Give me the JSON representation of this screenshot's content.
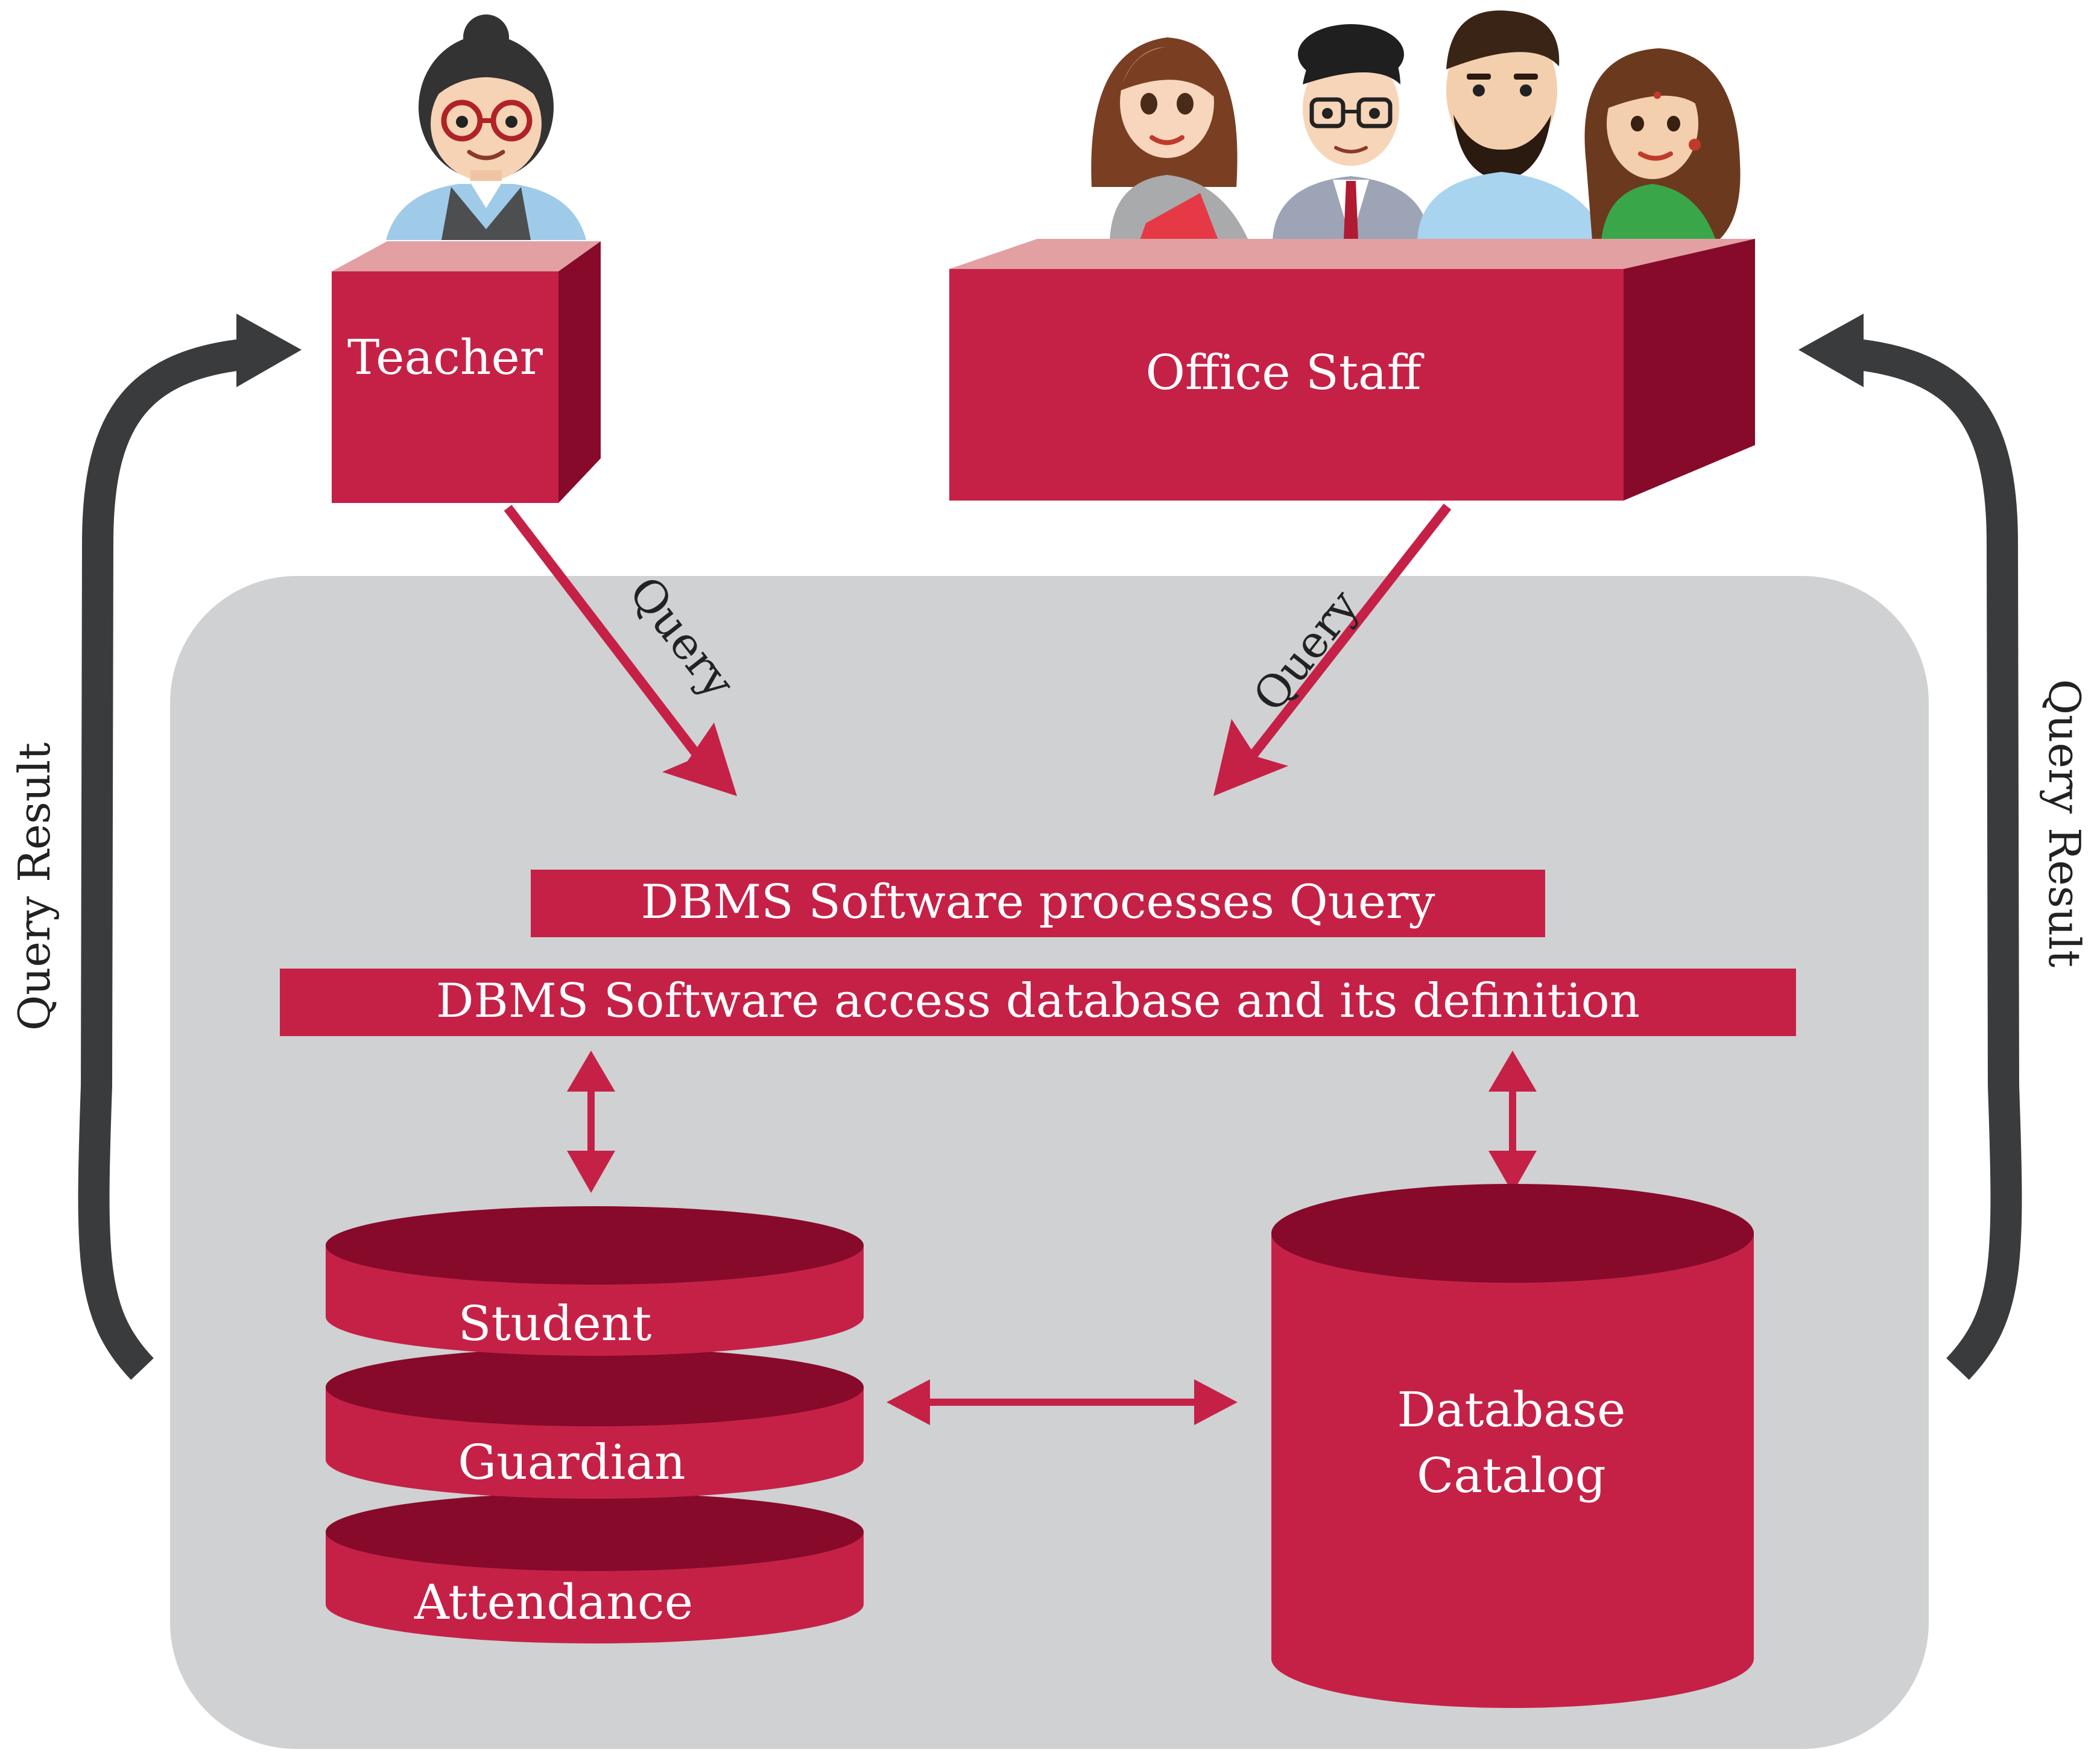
{
  "actors": {
    "teacher": {
      "label": "Teacher"
    },
    "office_staff": {
      "label": "Office Staff"
    }
  },
  "flows": {
    "query_left": "Query",
    "query_right": "Query",
    "result_left": "Query Result",
    "result_right": "Query Result"
  },
  "dbms": {
    "process_banner": "DBMS Software processes Query",
    "access_banner": "DBMS Software access database and its definition"
  },
  "database": {
    "tables": [
      "Student",
      "Guardian",
      "Attendance"
    ],
    "catalog_line1": "Database",
    "catalog_line2": "Catalog"
  },
  "colors": {
    "primary": "#c52147",
    "primary_dark": "#870a2b",
    "primary_light": "#e2a0a2",
    "panel": "#d0d1d3",
    "arrow_dark": "#3a3b3d",
    "text_light": "#ffffff",
    "text_dark": "#222222"
  }
}
